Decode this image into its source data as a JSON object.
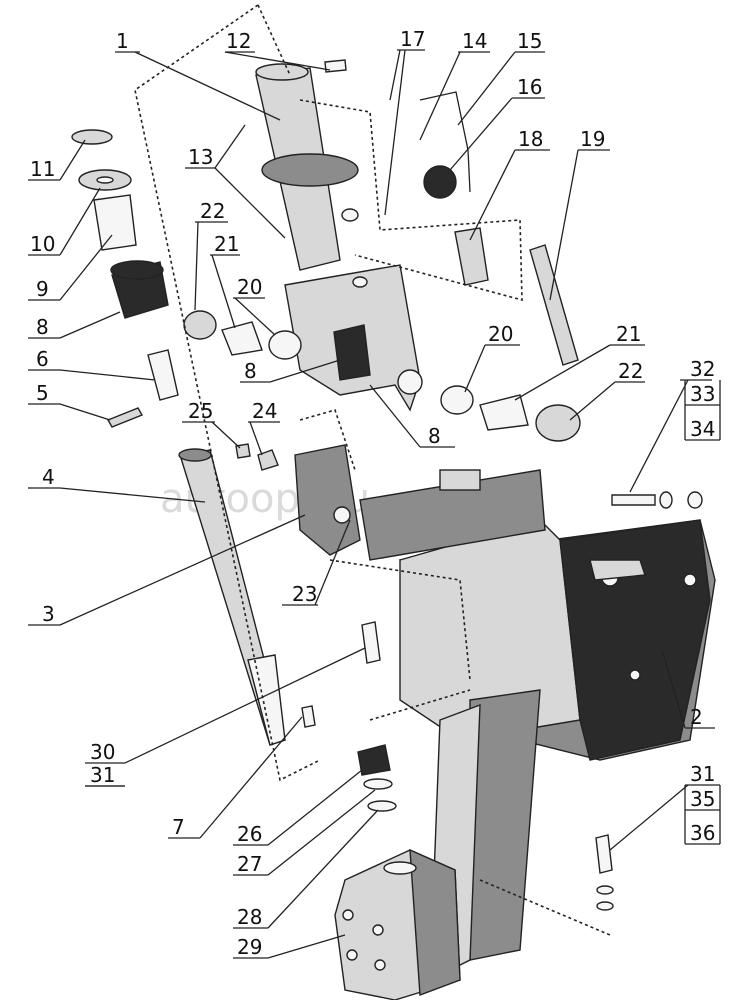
{
  "watermark": "autoopt.ru",
  "labels": {
    "l1": "1",
    "l2": "2",
    "l3": "3",
    "l4": "4",
    "l5": "5",
    "l6": "6",
    "l7": "7",
    "l8a": "8",
    "l8b": "8",
    "l8c": "8",
    "l9": "9",
    "l10": "10",
    "l11": "11",
    "l12": "12",
    "l13": "13",
    "l14": "14",
    "l15": "15",
    "l16": "16",
    "l17": "17",
    "l18": "18",
    "l19": "19",
    "l20a": "20",
    "l20b": "20",
    "l21a": "21",
    "l21b": "21",
    "l22a": "22",
    "l22b": "22",
    "l23": "23",
    "l24": "24",
    "l25": "25",
    "l26": "26",
    "l27": "27",
    "l28": "28",
    "l29": "29",
    "l30": "30",
    "l31a": "31",
    "l31b": "31",
    "l32": "32",
    "l33": "33",
    "l34": "34",
    "l35": "35",
    "l36": "36"
  }
}
